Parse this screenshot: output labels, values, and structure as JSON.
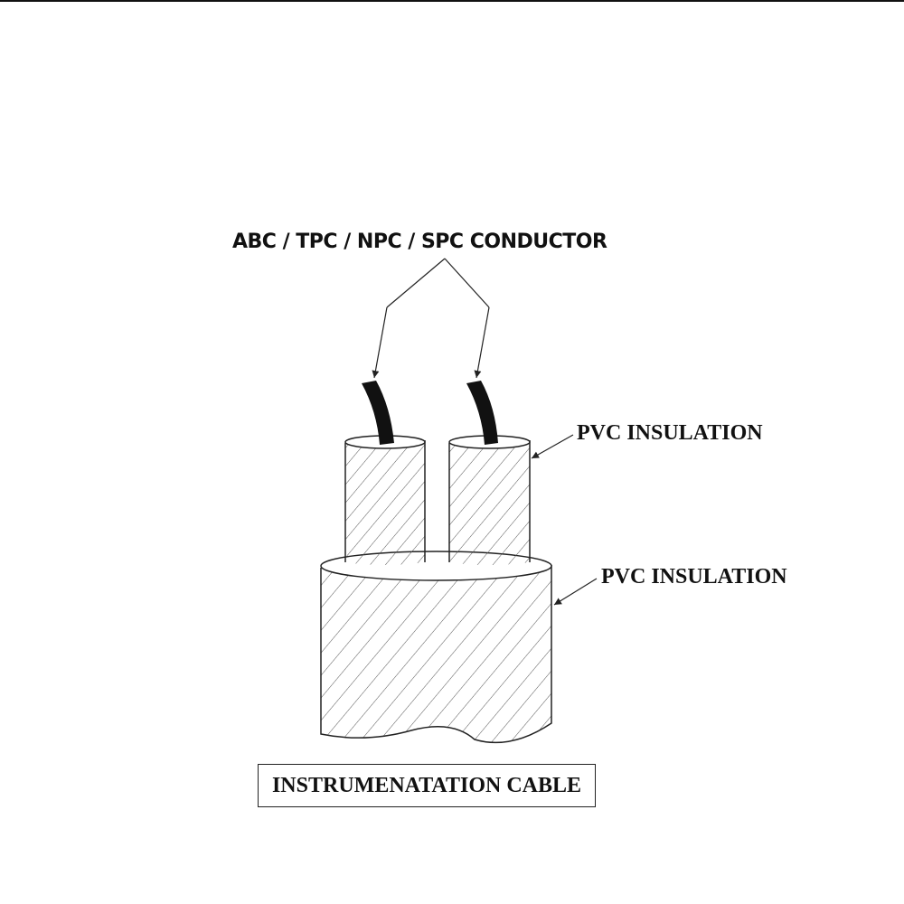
{
  "labels": {
    "conductor": "ABC / TPC / NPC / SPC CONDUCTOR",
    "insulation_core": "PVC INSULATION",
    "insulation_sheath": "PVC INSULATION"
  },
  "caption": "INSTRUMENATATION CABLE",
  "colors": {
    "line": "#222222",
    "conductor": "#111111",
    "hatch": "#555555",
    "background": "#ffffff"
  }
}
